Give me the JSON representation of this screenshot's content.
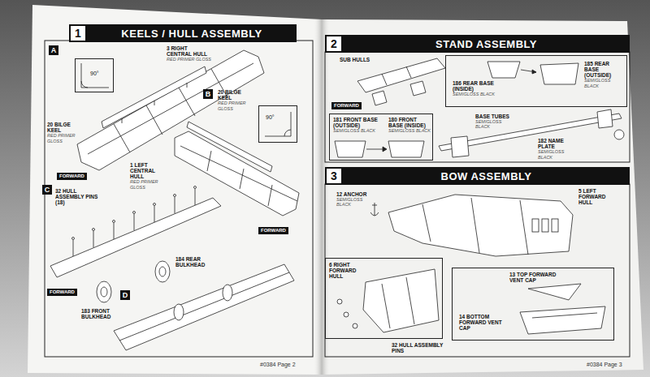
{
  "diagram": {
    "nodes": [
      {
        "text": [
          "1",
          "KEELS / HULL ASSEMBLY"
        ]
      },
      {
        "text": [
          "A"
        ]
      },
      {
        "text": [
          "90°"
        ]
      },
      {
        "text": [
          "B"
        ]
      },
      {
        "text": [
          "90°"
        ]
      },
      {
        "text": [
          "C"
        ]
      },
      {
        "text": [
          "D"
        ]
      },
      {
        "text": [
          "2",
          "STAND ASSEMBLY"
        ]
      },
      {
        "text": [
          "186 REAR BASE (INSIDE)",
          "SEMIGLOSS BLACK",
          "185 REAR BASE (OUTSIDE)",
          "SEMIGLOSS BLACK"
        ]
      },
      {
        "text": [
          "181 FRONT BASE (OUTSIDE)",
          "SEMIGLOSS BLACK",
          "180 FRONT BASE (INSIDE)",
          "SEMIGLOSS BLACK"
        ]
      },
      {
        "text": [
          "3",
          "BOW ASSEMBLY"
        ]
      },
      {
        "text": [
          "6 RIGHT FORWARD HULL"
        ]
      },
      {
        "text": [
          "13 TOP FORWARD VENT CAP",
          "14 BOTTOM FORWARD VENT CAP"
        ]
      }
    ],
    "labels": [
      "3 RIGHT CENTRAL HULL",
      "RED PRIMER GLOSS",
      "20 BILGE KEEL",
      "RED PRIMER GLOSS",
      "FORWARD",
      "20 BILGE KEEL",
      "RED PRIMER GLOSS",
      "1 LEFT CENTRAL HULL",
      "RED PRIMER GLOSS",
      "FORWARD",
      "32 HULL ASSEMBLY PINS (18)",
      "FORWARD",
      "183 FRONT BULKHEAD",
      "184 REAR BULKHEAD",
      "#0384 Page 2",
      "SUB HULLS",
      "FORWARD",
      "BASE TUBES",
      "SEMIGLOSS BLACK",
      "182 NAME PLATE",
      "SEMIGLOSS BLACK",
      "12 ANCHOR",
      "SEMIGLOSS BLACK",
      "5 LEFT FORWARD HULL",
      "32 HULL ASSEMBLY PINS",
      "#0384 Page 3"
    ]
  }
}
